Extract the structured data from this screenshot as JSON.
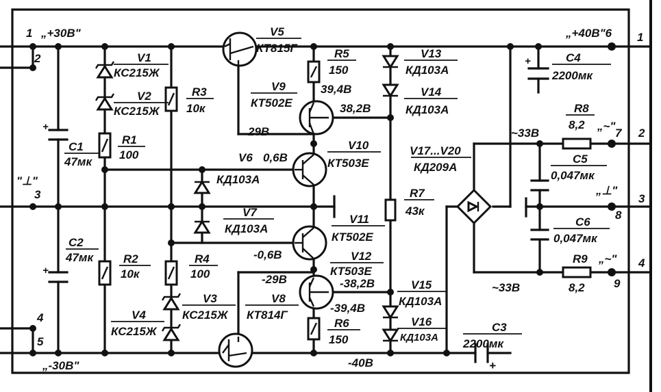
{
  "terminals_left": {
    "t1_num": "1",
    "t1_label": "„+30В\"",
    "t2_num": "2",
    "gnd_label": "\"⊥\"",
    "t3_num": "3",
    "t4_num": "4",
    "t5_num": "5",
    "t5_label": "„-30В\""
  },
  "terminals_right": {
    "out_plus_label": "„+40В\"6",
    "n1": "1",
    "n7": "7",
    "n2": "2",
    "gnd_label": "„⊥\"",
    "n8": "8",
    "n3": "3",
    "n9": "9",
    "n4": "4",
    "tilde_top": "„~\"",
    "tilde_bottom": "„~\""
  },
  "components": {
    "V1": {
      "ref": "V1",
      "type": "КС215Ж"
    },
    "V2": {
      "ref": "V2",
      "type": "КС215Ж"
    },
    "V3": {
      "ref": "V3",
      "type": "КС215Ж"
    },
    "V4": {
      "ref": "V4",
      "type": "КС215Ж"
    },
    "V5": {
      "ref": "V5",
      "type": "КТ815Г"
    },
    "V6": {
      "ref": "V6",
      "type": "КД103А"
    },
    "V7": {
      "ref": "V7",
      "type": "КД103А"
    },
    "V8": {
      "ref": "V8",
      "type": "КТ814Г"
    },
    "V9": {
      "ref": "V9",
      "type": "КТ502Е"
    },
    "V10": {
      "ref": "V10",
      "type": "КТ503Е"
    },
    "V11": {
      "ref": "V11",
      "type": "КТ502Е"
    },
    "V12": {
      "ref": "V12",
      "type": "КТ503Е"
    },
    "V13": {
      "ref": "V13",
      "type": "КД103А"
    },
    "V14": {
      "ref": "V14",
      "type": "КД103А"
    },
    "V15": {
      "ref": "V15",
      "type": "КД103А"
    },
    "V16": {
      "ref": "V16",
      "type": "КД103А"
    },
    "V17": {
      "ref": "V17...V20",
      "type": "КД209А"
    },
    "R1": {
      "ref": "R1",
      "value": "100"
    },
    "R2": {
      "ref": "R2",
      "value": "10к"
    },
    "R3": {
      "ref": "R3",
      "value": "10к"
    },
    "R4": {
      "ref": "R4",
      "value": "100"
    },
    "R5": {
      "ref": "R5",
      "value": "150"
    },
    "R6": {
      "ref": "R6",
      "value": "150"
    },
    "R7": {
      "ref": "R7",
      "value": "43к"
    },
    "R8": {
      "ref": "R8",
      "value": "8,2"
    },
    "R9": {
      "ref": "R9",
      "value": "8,2"
    },
    "C1": {
      "ref": "C1",
      "value": "47мк"
    },
    "C2": {
      "ref": "C2",
      "value": "47мк"
    },
    "C3": {
      "ref": "C3",
      "value": "2200мк"
    },
    "C4": {
      "ref": "C4",
      "value": "2200мк"
    },
    "C5": {
      "ref": "C5",
      "value": "0,047мк"
    },
    "C6": {
      "ref": "C6",
      "value": "0,047мк"
    }
  },
  "voltages": {
    "v9_base": "29В",
    "v10_base": "0,6В",
    "v9_emitter": "39,4В",
    "v9_collector": "38,2В",
    "v11_base": "-0,6В",
    "v12_base": "-29В",
    "v12_collector": "-38,2В",
    "v12_emitter": "-39,4В",
    "ac_top": "~33В",
    "ac_bottom": "~33В",
    "neg_rail": "-40В"
  },
  "symbols": {
    "plus": "+"
  }
}
